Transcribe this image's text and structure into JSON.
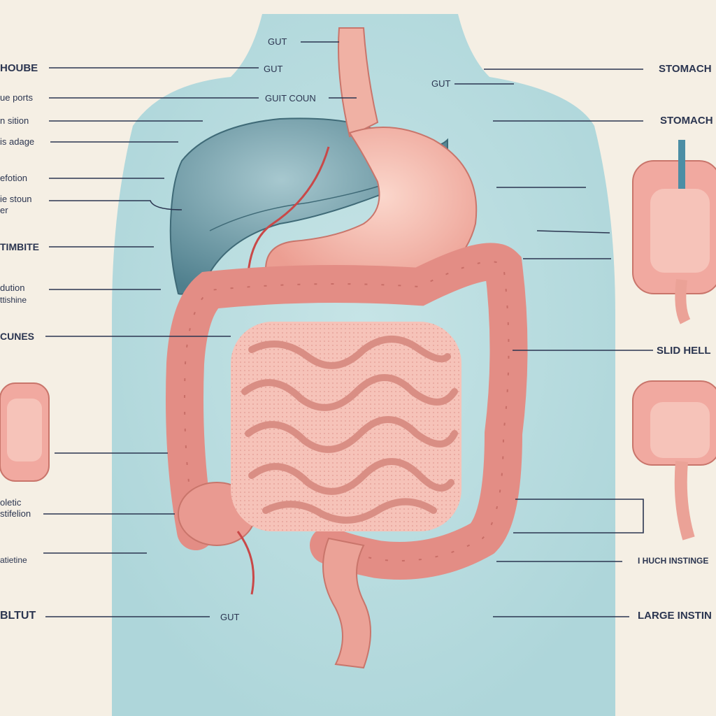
{
  "colors": {
    "background": "#f5efe4",
    "body_silhouette": "#b9dde0",
    "liver": "#6f9ca8",
    "stomach": "#f2b3a5",
    "intestine": "#e8978e",
    "leader_line": "#2b3550"
  },
  "labels": {
    "top_center_gut": "GUT",
    "gut_2": "GUT",
    "gut_coun": "GUIT COUN",
    "gut_right": "GUT",
    "left_1": "HOUBE",
    "left_2": "ue ports",
    "left_3": "n sition",
    "left_4": "is adage",
    "left_5": "efotion",
    "left_6a": "ie stoun",
    "left_6b": "er",
    "left_7": "TIMBITE",
    "left_8a": "dution",
    "left_8b": "ttishine",
    "left_9": "CUNES",
    "left_10a": "oletic",
    "left_10b": "stifelion",
    "left_11": "atietine",
    "left_12": "BLTUT",
    "bottom_gut": "GUT",
    "right_1": "STOMACH",
    "right_2": "STOMACH",
    "right_3": "SLID HELL",
    "right_4": "I HUCH INSTINGE",
    "right_5": "LARGE INSTIN"
  }
}
